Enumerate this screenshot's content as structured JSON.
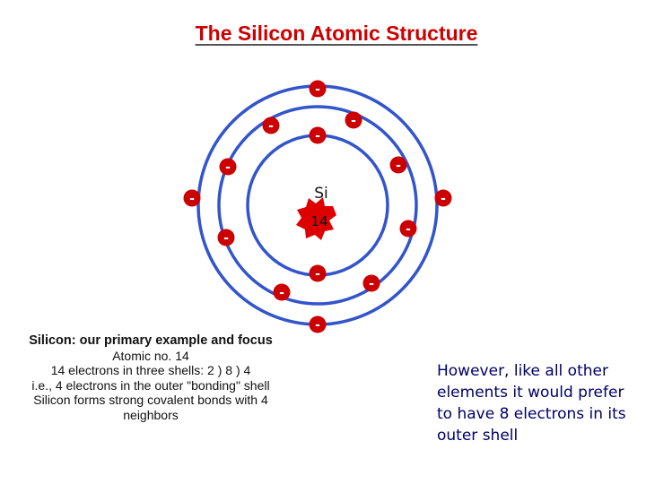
{
  "title": "The Silicon Atomic Structure",
  "nucleus": {
    "symbol": "Si",
    "number": "14"
  },
  "electron_sign": "-",
  "shells": [
    {
      "electrons": 2
    },
    {
      "electrons": 8
    },
    {
      "electrons": 4
    }
  ],
  "note_left": {
    "heading": "Silicon: our primary example and focus",
    "lines": [
      "Atomic no. 14",
      "14 electrons in three shells: 2 ) 8 ) 4",
      "i.e., 4 electrons in the outer \"bonding\" shell",
      "Silicon forms strong covalent bonds with 4 neighbors"
    ]
  },
  "note_right": "However, like all other elements it would prefer to have 8 electrons in its outer shell",
  "colors": {
    "title": "#cc0000",
    "orbit": "#3355cc",
    "electron": "#cc0000",
    "electron_sign": "#ffffff",
    "nucleus_burst": "#dd0000",
    "right_text": "#000066"
  }
}
